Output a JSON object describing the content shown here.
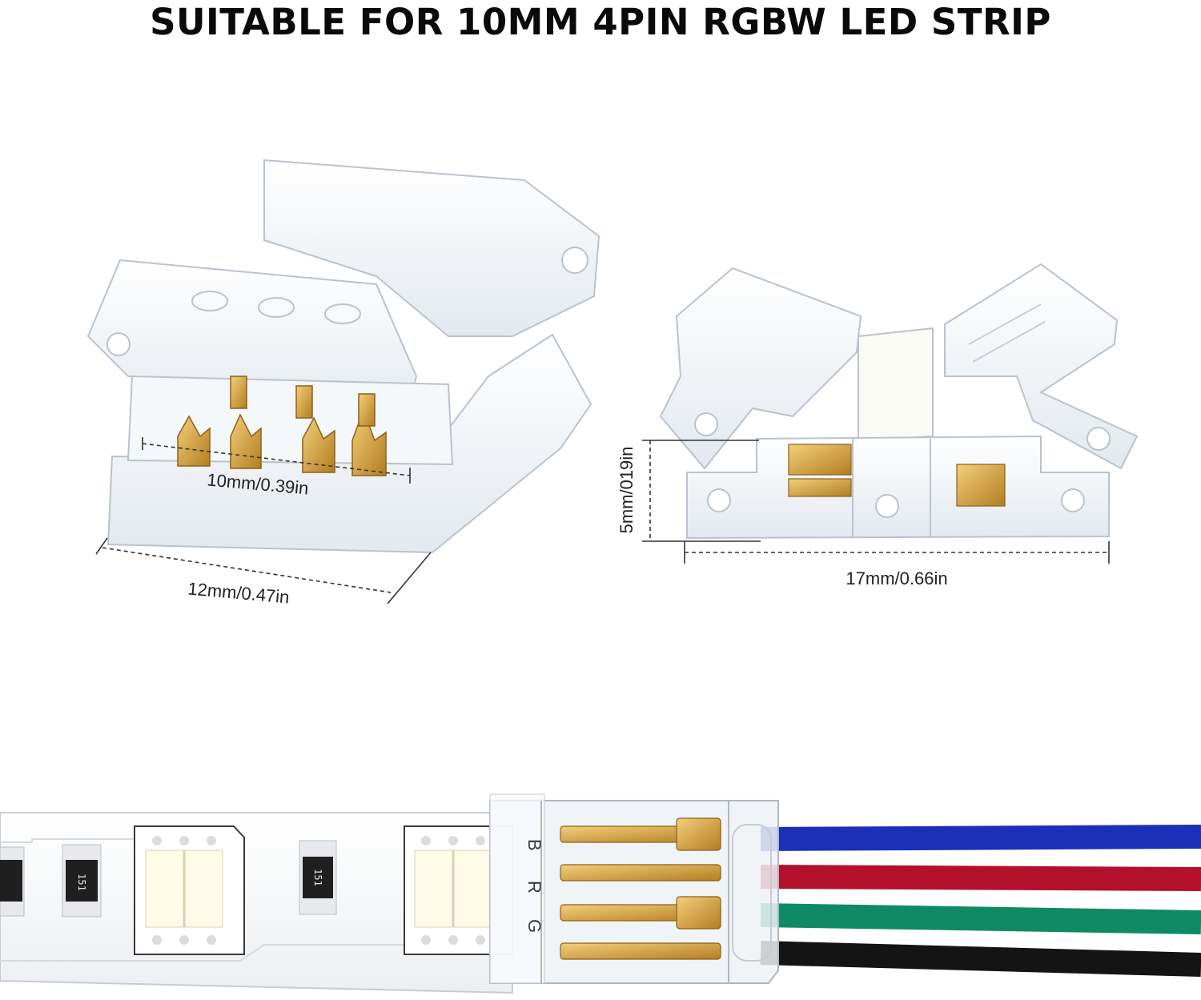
{
  "headline": "SUITABLE FOR 10MM 4PIN RGBW LED STRIP",
  "dimensions": {
    "pin_spacing": "10mm/0.39in",
    "connector_width": "12mm/0.47in",
    "connector_height": "5mm/019in",
    "connector_length": "17mm/0.66in"
  },
  "strip": {
    "resistor_marking": "151",
    "channel_letters": [
      "G",
      "R",
      "B"
    ]
  },
  "colors": {
    "wire_blue": "#1c2fb8",
    "wire_red": "#b3102c",
    "wire_green": "#0f8a64",
    "wire_black": "#141414",
    "gold_pin": "#d9a441",
    "clear_plastic": "#eef2f6",
    "led_chip": "#fffbe6"
  }
}
